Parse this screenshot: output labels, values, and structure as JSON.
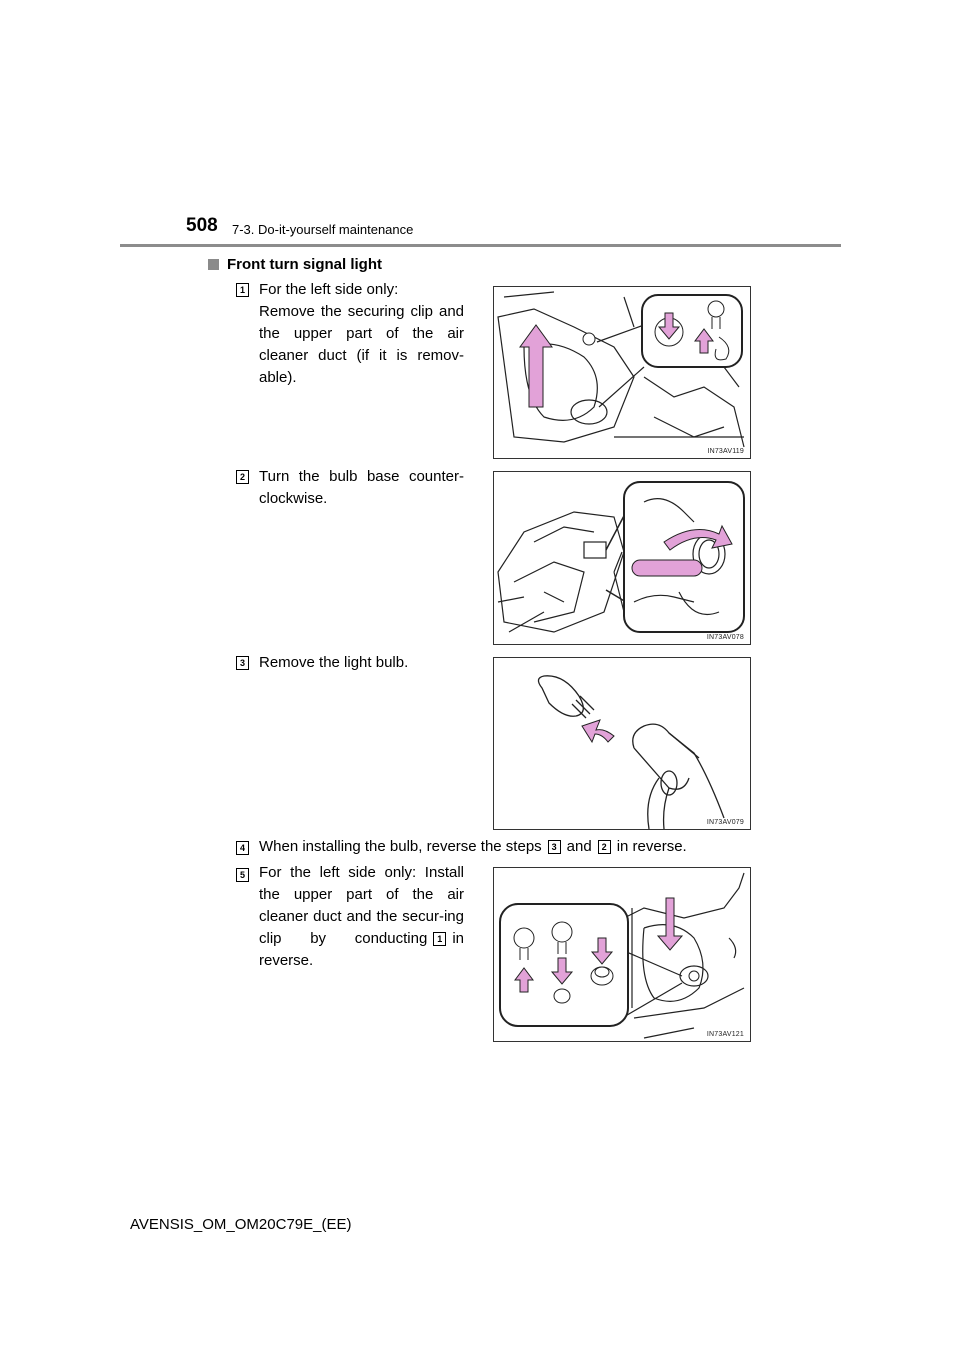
{
  "header": {
    "page_number": "508",
    "section": "7-3. Do-it-yourself maintenance"
  },
  "heading": "Front turn signal light",
  "steps": [
    {
      "number": "1",
      "line1": "For the left side only:",
      "text": "Remove the securing clip and the upper part of the air cleaner duct (if it is remov-able)."
    },
    {
      "number": "2",
      "text": "Turn the bulb base counter-clockwise."
    },
    {
      "number": "3",
      "text": "Remove the light bulb."
    },
    {
      "number": "4",
      "text_before": "When installing the bulb, reverse the steps",
      "ref_a": "3",
      "text_mid": "and",
      "ref_b": "2",
      "text_after": "in reverse."
    },
    {
      "number": "5",
      "text_before": "For the left side only: Install the upper part of the air cleaner duct and the secur-ing clip by conducting",
      "ref": "1",
      "text_after": "in reverse."
    }
  ],
  "figures": [
    {
      "code": "IN73AV119"
    },
    {
      "code": "IN73AV078"
    },
    {
      "code": "IN73AV079"
    },
    {
      "code": "IN73AV121"
    }
  ],
  "colors": {
    "arrow": "#e2a2d8",
    "rule": "#8c8c8c"
  },
  "footer": "AVENSIS_OM_OM20C79E_(EE)"
}
